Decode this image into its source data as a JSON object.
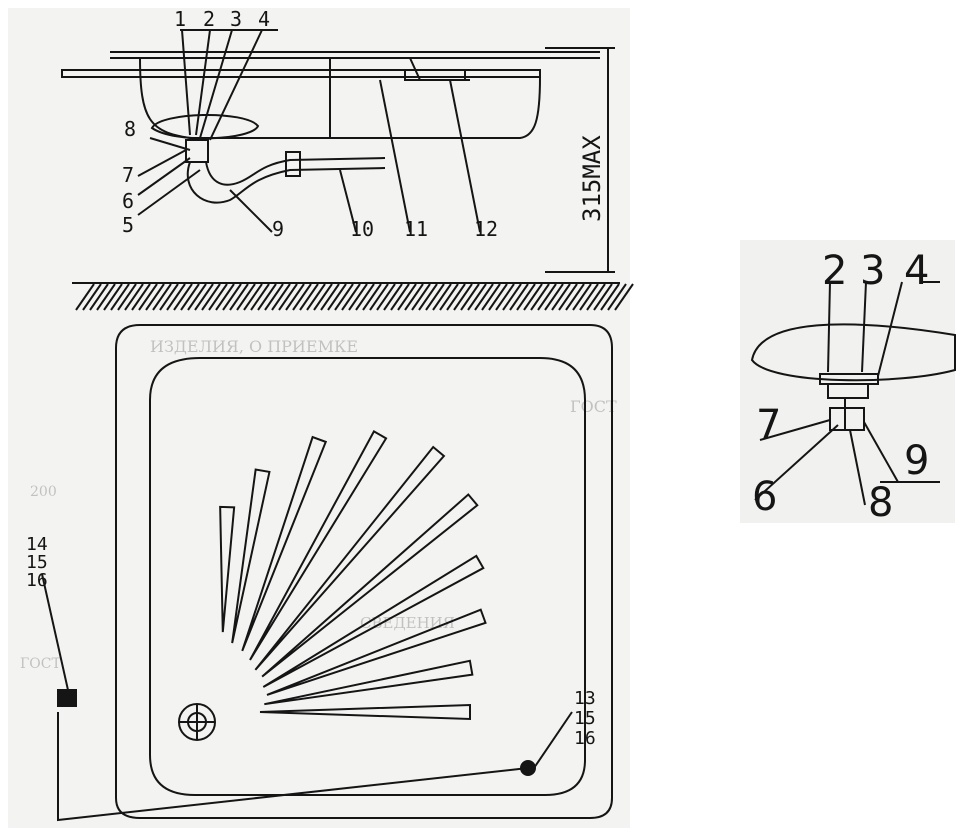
{
  "main_view": {
    "callouts": [
      "1",
      "2",
      "3",
      "4",
      "5",
      "6",
      "7",
      "8",
      "9",
      "10",
      "11",
      "12"
    ],
    "dimension_label": "315MAX"
  },
  "plan_view": {
    "callouts_left": [
      "14",
      "15",
      "16"
    ],
    "callouts_right": [
      "13",
      "15",
      "16"
    ]
  },
  "detail_view": {
    "callouts": [
      "2",
      "3",
      "4",
      "6",
      "7",
      "8",
      "9"
    ]
  },
  "background_text": {
    "line_a": "ГОСТ",
    "line_b": "ИЗДЕЛИЯ, О ПРИЕМКЕ",
    "line_c": "СВЕДЕНИЯ",
    "line_d": "200",
    "line_e": "ГОСТ"
  },
  "colors": {
    "paper": "#f3f3f1",
    "ink": "#151515",
    "ghost_text": "#9a9a9a"
  }
}
